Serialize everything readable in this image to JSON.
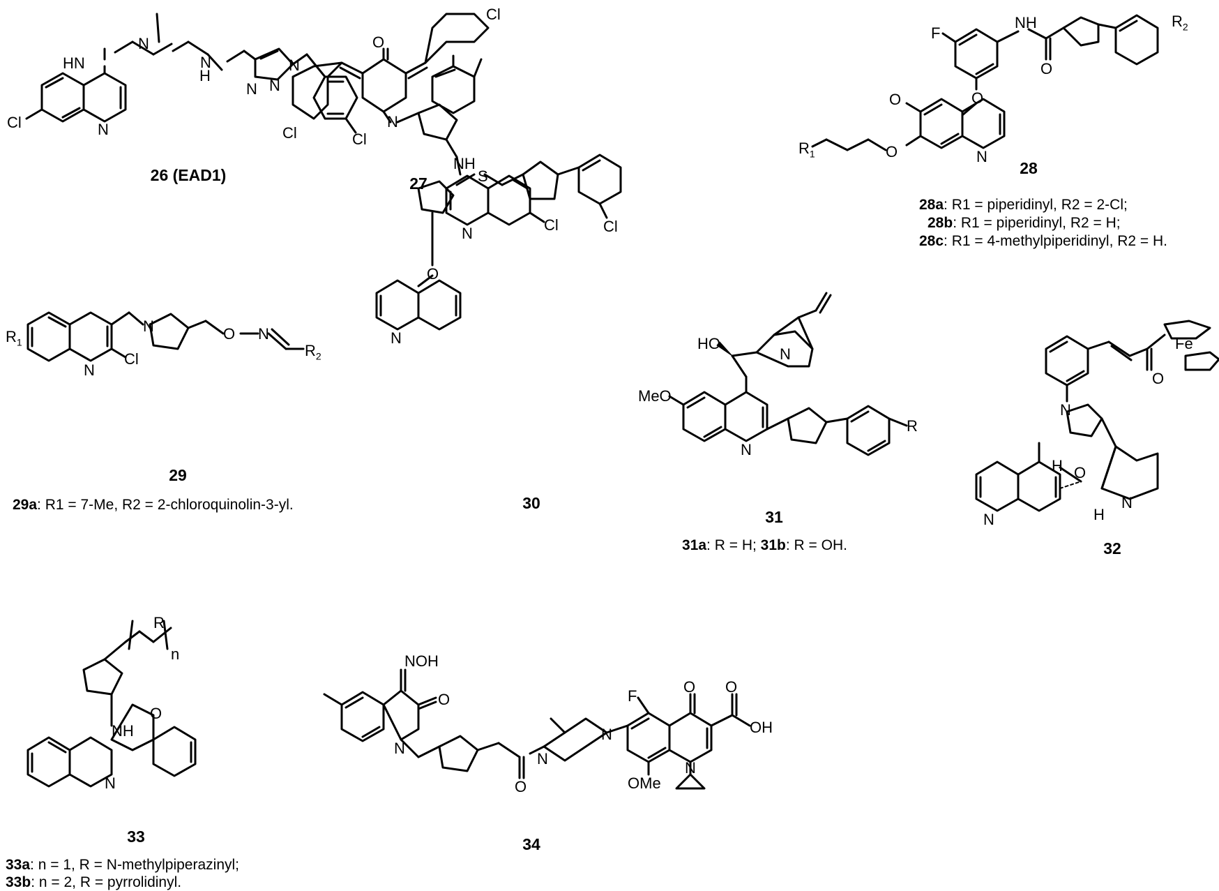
{
  "compounds": {
    "c26": {
      "id": "26 (EAD1)"
    },
    "c27": {
      "id": "27"
    },
    "c28": {
      "id": "28",
      "notes": [
        {
          "bold": "28a",
          "text": ": R1 = piperidinyl, R2 = 2-Cl;"
        },
        {
          "bold": "28b",
          "text": ": R1 = piperidinyl, R2 = H;"
        },
        {
          "bold": "28c",
          "text": ": R1 = 4-methylpiperidinyl, R2 = H."
        }
      ]
    },
    "c29": {
      "id": "29",
      "notes": [
        {
          "bold": "29a",
          "text": ": R1 = 7-Me, R2 = 2-chloroquinolin-3-yl."
        }
      ]
    },
    "c30": {
      "id": "30"
    },
    "c31": {
      "id": "31",
      "notes": [
        {
          "bold": "31a",
          "text": ": R = H; "
        },
        {
          "bold": "31b",
          "text": ": R = OH."
        }
      ]
    },
    "c32": {
      "id": "32"
    },
    "c33": {
      "id": "33",
      "notes": [
        {
          "bold": "33a",
          "text": ": n = 1, R = N-methylpiperazinyl;"
        },
        {
          "bold": "33b",
          "text": ": n = 2, R = pyrrolidinyl."
        }
      ]
    },
    "c34": {
      "id": "34"
    }
  },
  "atom_labels": {
    "HN": "HN",
    "NH": "NH",
    "N": "N",
    "H": "H",
    "Cl": "Cl",
    "F": "F",
    "O": "O",
    "S": "S",
    "HO": "HO",
    "MeO": "MeO",
    "OMe": "OMe",
    "OH": "OH",
    "NOH": "NOH",
    "Fe": "Fe",
    "R": "R",
    "R1": "R",
    "R2": "R",
    "n": "n",
    "sub1": "1",
    "sub2": "2"
  }
}
